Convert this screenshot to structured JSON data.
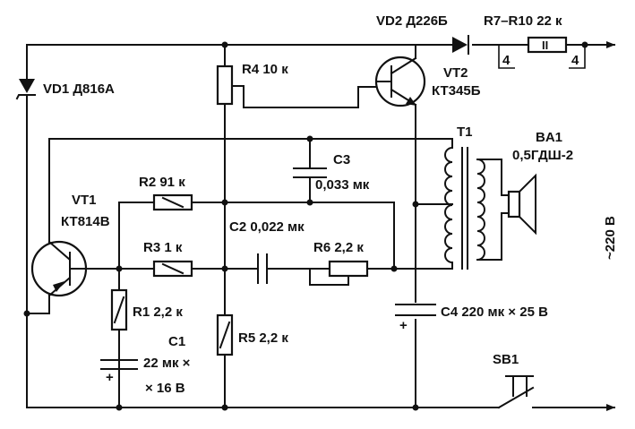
{
  "components": {
    "vd1": "VD1 Д816А",
    "vd2": "VD2 Д226Б",
    "r7r10": "R7–R10 22 к",
    "r_marker": "II",
    "num_left": "4",
    "num_right": "4",
    "r4": "R4 10 к",
    "vt2_name": "VT2",
    "vt2_type": "КТ345Б",
    "t1": "T1",
    "ba1_name": "BA1",
    "ba1_type": "0,5ГДШ-2",
    "c3_name": "C3",
    "c3_value": "0,033 мк",
    "mains": "~220 В",
    "r2": "R2 91 к",
    "vt1_name": "VT1",
    "vt1_type": "КТ814В",
    "c2": "C2 0,022 мк",
    "r3": "R3 1 к",
    "r6": "R6 2,2 к",
    "r1": "R1 2,2 к",
    "c1_name": "C1",
    "c1_value1": "22 мк ×",
    "c1_value2": "× 16 В",
    "r5": "R5 2,2 к",
    "c4": "C4 220 мк × 25 В",
    "sb1": "SB1",
    "plus": "+"
  }
}
